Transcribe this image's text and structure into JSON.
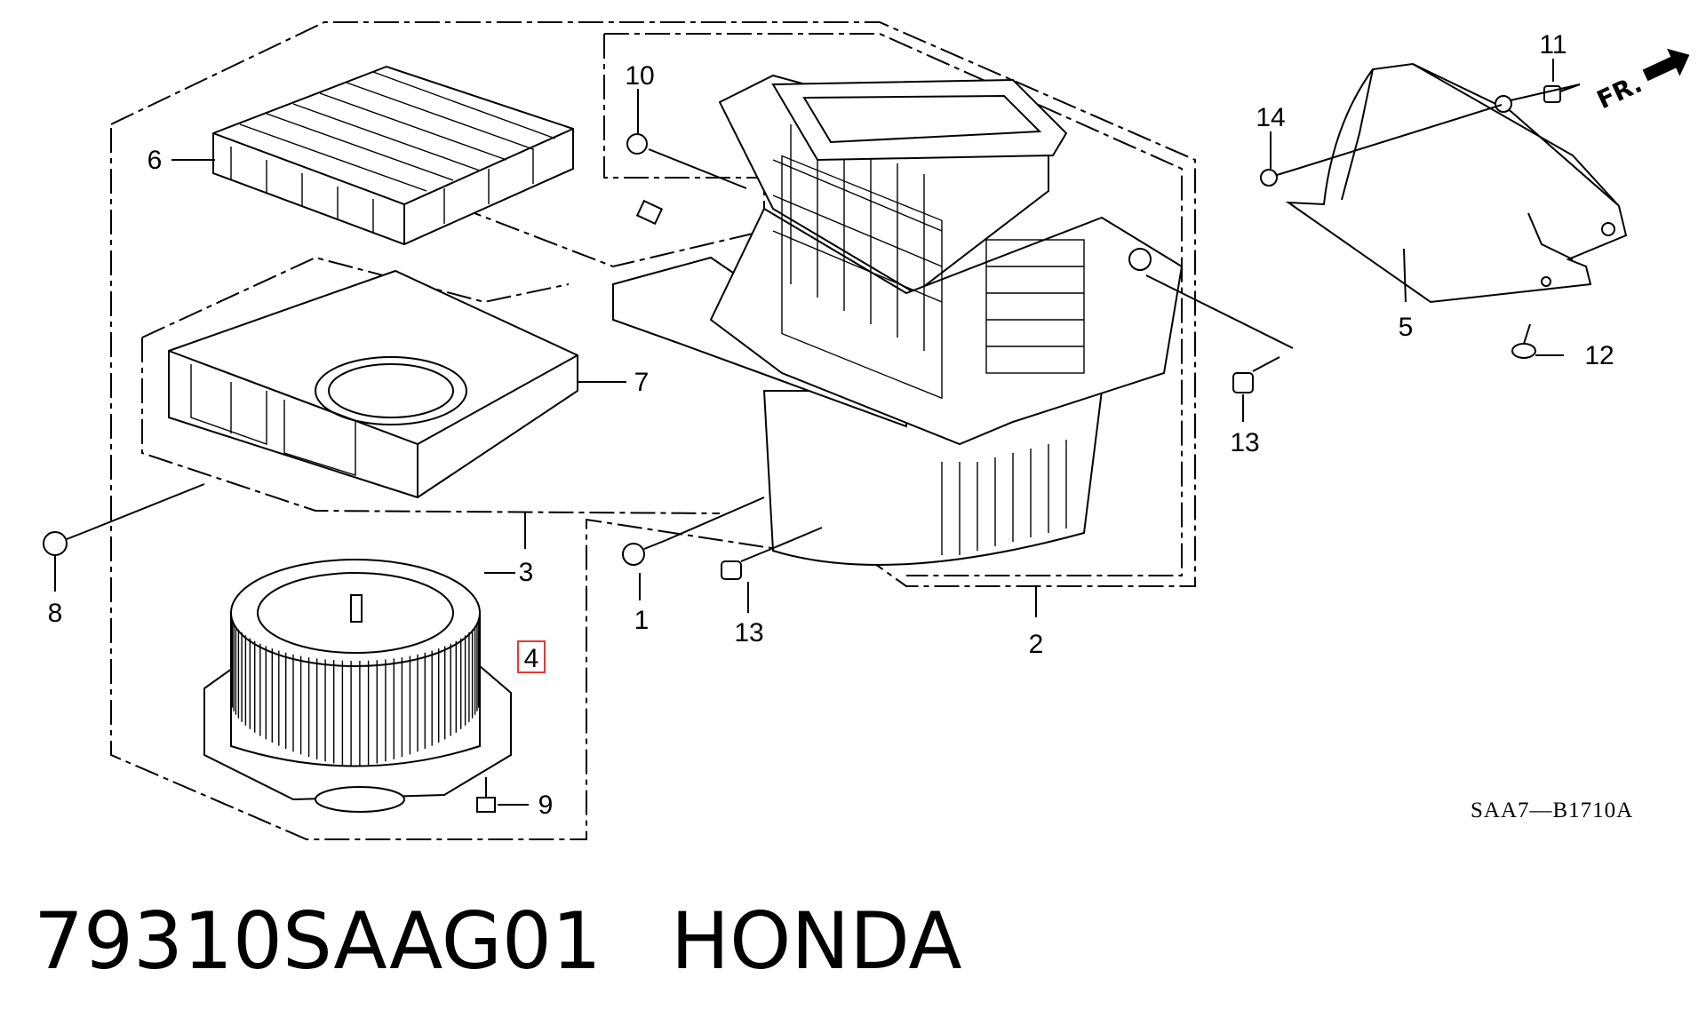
{
  "callouts": {
    "c1": "1",
    "c2": "2",
    "c3": "3",
    "c4": "4",
    "c5": "5",
    "c6": "6",
    "c7": "7",
    "c8": "8",
    "c9": "9",
    "c10": "10",
    "c11": "11",
    "c12": "12",
    "c13a": "13",
    "c13b": "13",
    "c14": "14"
  },
  "front_label": "FR.",
  "diagram_code": "SAA7—B1710A",
  "caption": {
    "part_number": "79310SAAG01",
    "brand": "HONDA"
  },
  "highlight_color": "#e53935"
}
